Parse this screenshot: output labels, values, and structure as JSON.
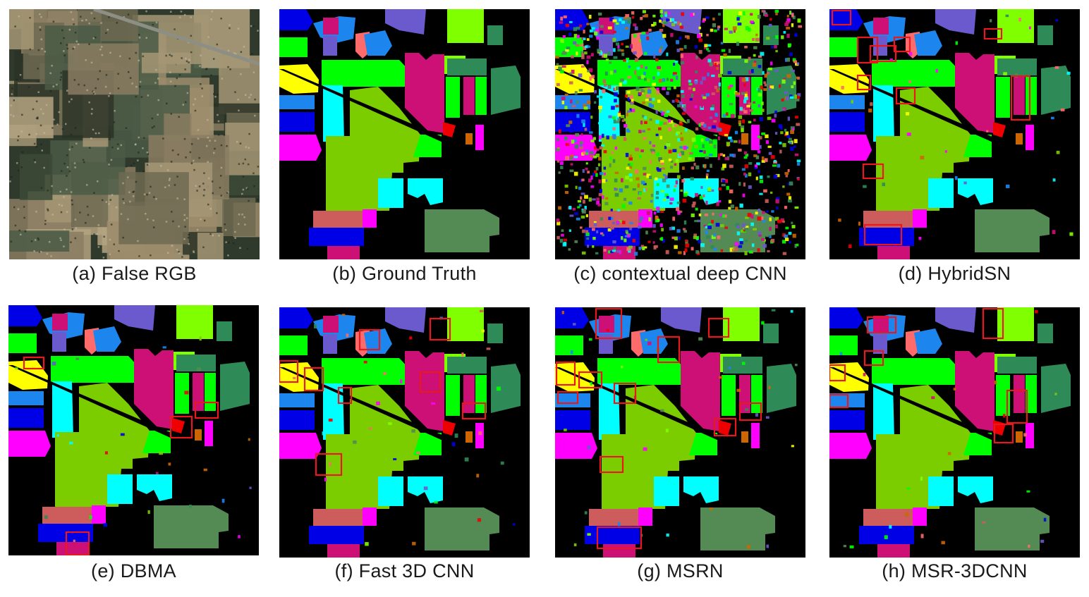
{
  "figure": {
    "panels": [
      {
        "id": "a",
        "caption": "(a) False RGB",
        "kind": "rgb"
      },
      {
        "id": "b",
        "caption": "(b) Ground Truth",
        "kind": "map",
        "noise": 0
      },
      {
        "id": "c",
        "caption": "(c) contextual deep CNN",
        "kind": "map",
        "noise": 0.45
      },
      {
        "id": "d",
        "caption": "(d) HybridSN",
        "kind": "map",
        "noise": 0.015
      },
      {
        "id": "e",
        "caption": "(e) DBMA",
        "kind": "map",
        "noise": 0.01
      },
      {
        "id": "f",
        "caption": "(f) Fast 3D CNN",
        "kind": "map",
        "noise": 0.015
      },
      {
        "id": "g",
        "caption": "(g) MSRN",
        "kind": "map",
        "noise": 0.015
      },
      {
        "id": "h",
        "caption": "(h) MSR-3DCNN",
        "kind": "map",
        "noise": 0.01
      }
    ],
    "highlight_color": "#e8191e",
    "class_colors": [
      "#0000e6",
      "#1c86ee",
      "#6a5acd",
      "#cd1076",
      "#ff6a6a",
      "#00ff00",
      "#7fff00",
      "#7ccd00",
      "#ffff00",
      "#00ffff",
      "#ff00ff",
      "#cd5c5c",
      "#2e8b57",
      "#548b54",
      "#cd6600",
      "#ee0000"
    ]
  }
}
